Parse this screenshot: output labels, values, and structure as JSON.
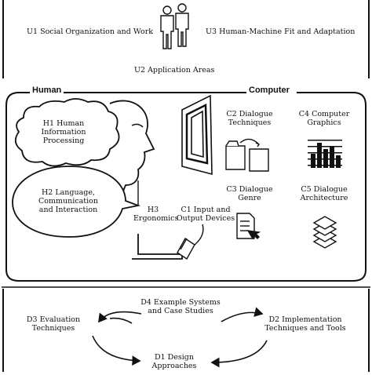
{
  "u1": "U1 Social Organization and Work",
  "u2": "U2 Application Areas",
  "u3": "U3 Human-Machine Fit and Adaptation",
  "human": {
    "title": "Human",
    "h1": [
      "H1 Human",
      "Information",
      "Processing"
    ],
    "h2": [
      "H2 Language,",
      "Communication",
      "and Interaction"
    ],
    "h3": [
      "H3",
      "Ergonomics"
    ]
  },
  "computer": {
    "title": "Computer",
    "c1": [
      "C1 Input and",
      "Output Devices"
    ],
    "c2": [
      "C2 Dialogue",
      "Techniques"
    ],
    "c3": [
      "C3 Dialogue",
      "Genre"
    ],
    "c4": [
      "C4 Computer",
      "Graphics"
    ],
    "c5": [
      "C5 Dialogue",
      "Architecture"
    ]
  },
  "development": {
    "d1": [
      "D1 Design",
      "Approaches"
    ],
    "d2": [
      "D2 Implementation",
      "Techniques and Tools"
    ],
    "d3": [
      "D3 Evaluation",
      "Techniques"
    ],
    "d4": [
      "D4 Example Systems",
      "and Case Studies"
    ]
  }
}
